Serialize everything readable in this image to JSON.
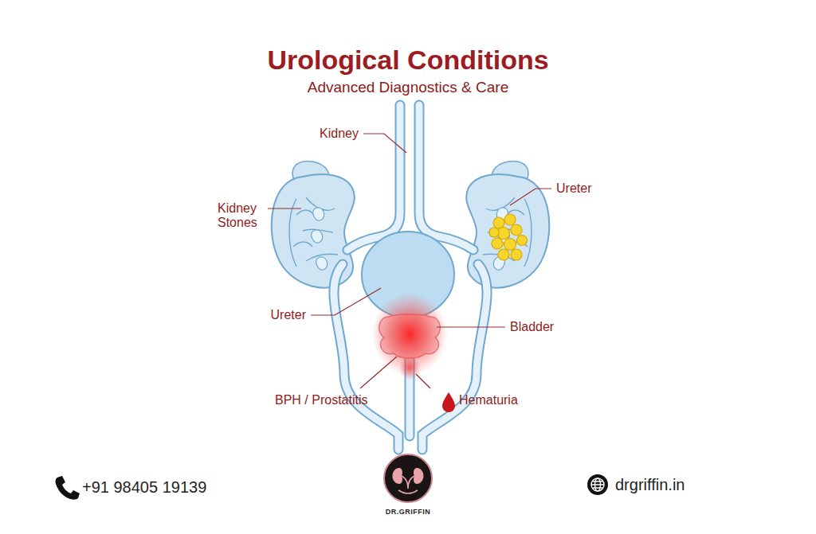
{
  "diagram": {
    "title": "Urological Conditions",
    "labels": [
      "Advanced Diagnostics & Care",
      "Kidney",
      "Ureter",
      "Kidney Stones",
      "Ureter",
      "Bladder",
      "BPH / Prostatitis",
      "Hematuria",
      "+91 98405 19139",
      "DR.GRIFFIN",
      "drgriffin.in"
    ]
  }
}
